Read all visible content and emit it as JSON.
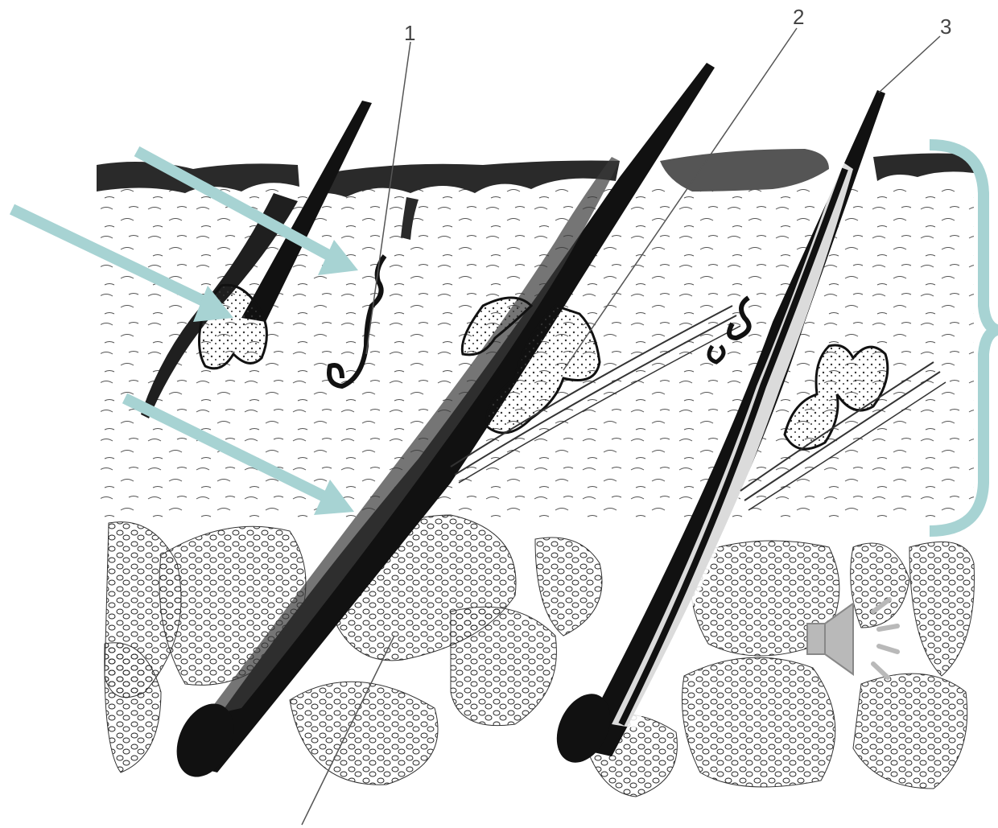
{
  "labels": {
    "l1": "1",
    "l2": "2",
    "l3": "3"
  },
  "colors": {
    "arrow": "#a7d3d3",
    "bracket": "#a7d3d3",
    "ink": "#1a1a1a",
    "speaker": "#b9b9b9"
  },
  "icons": {
    "audio": "speaker-icon"
  }
}
